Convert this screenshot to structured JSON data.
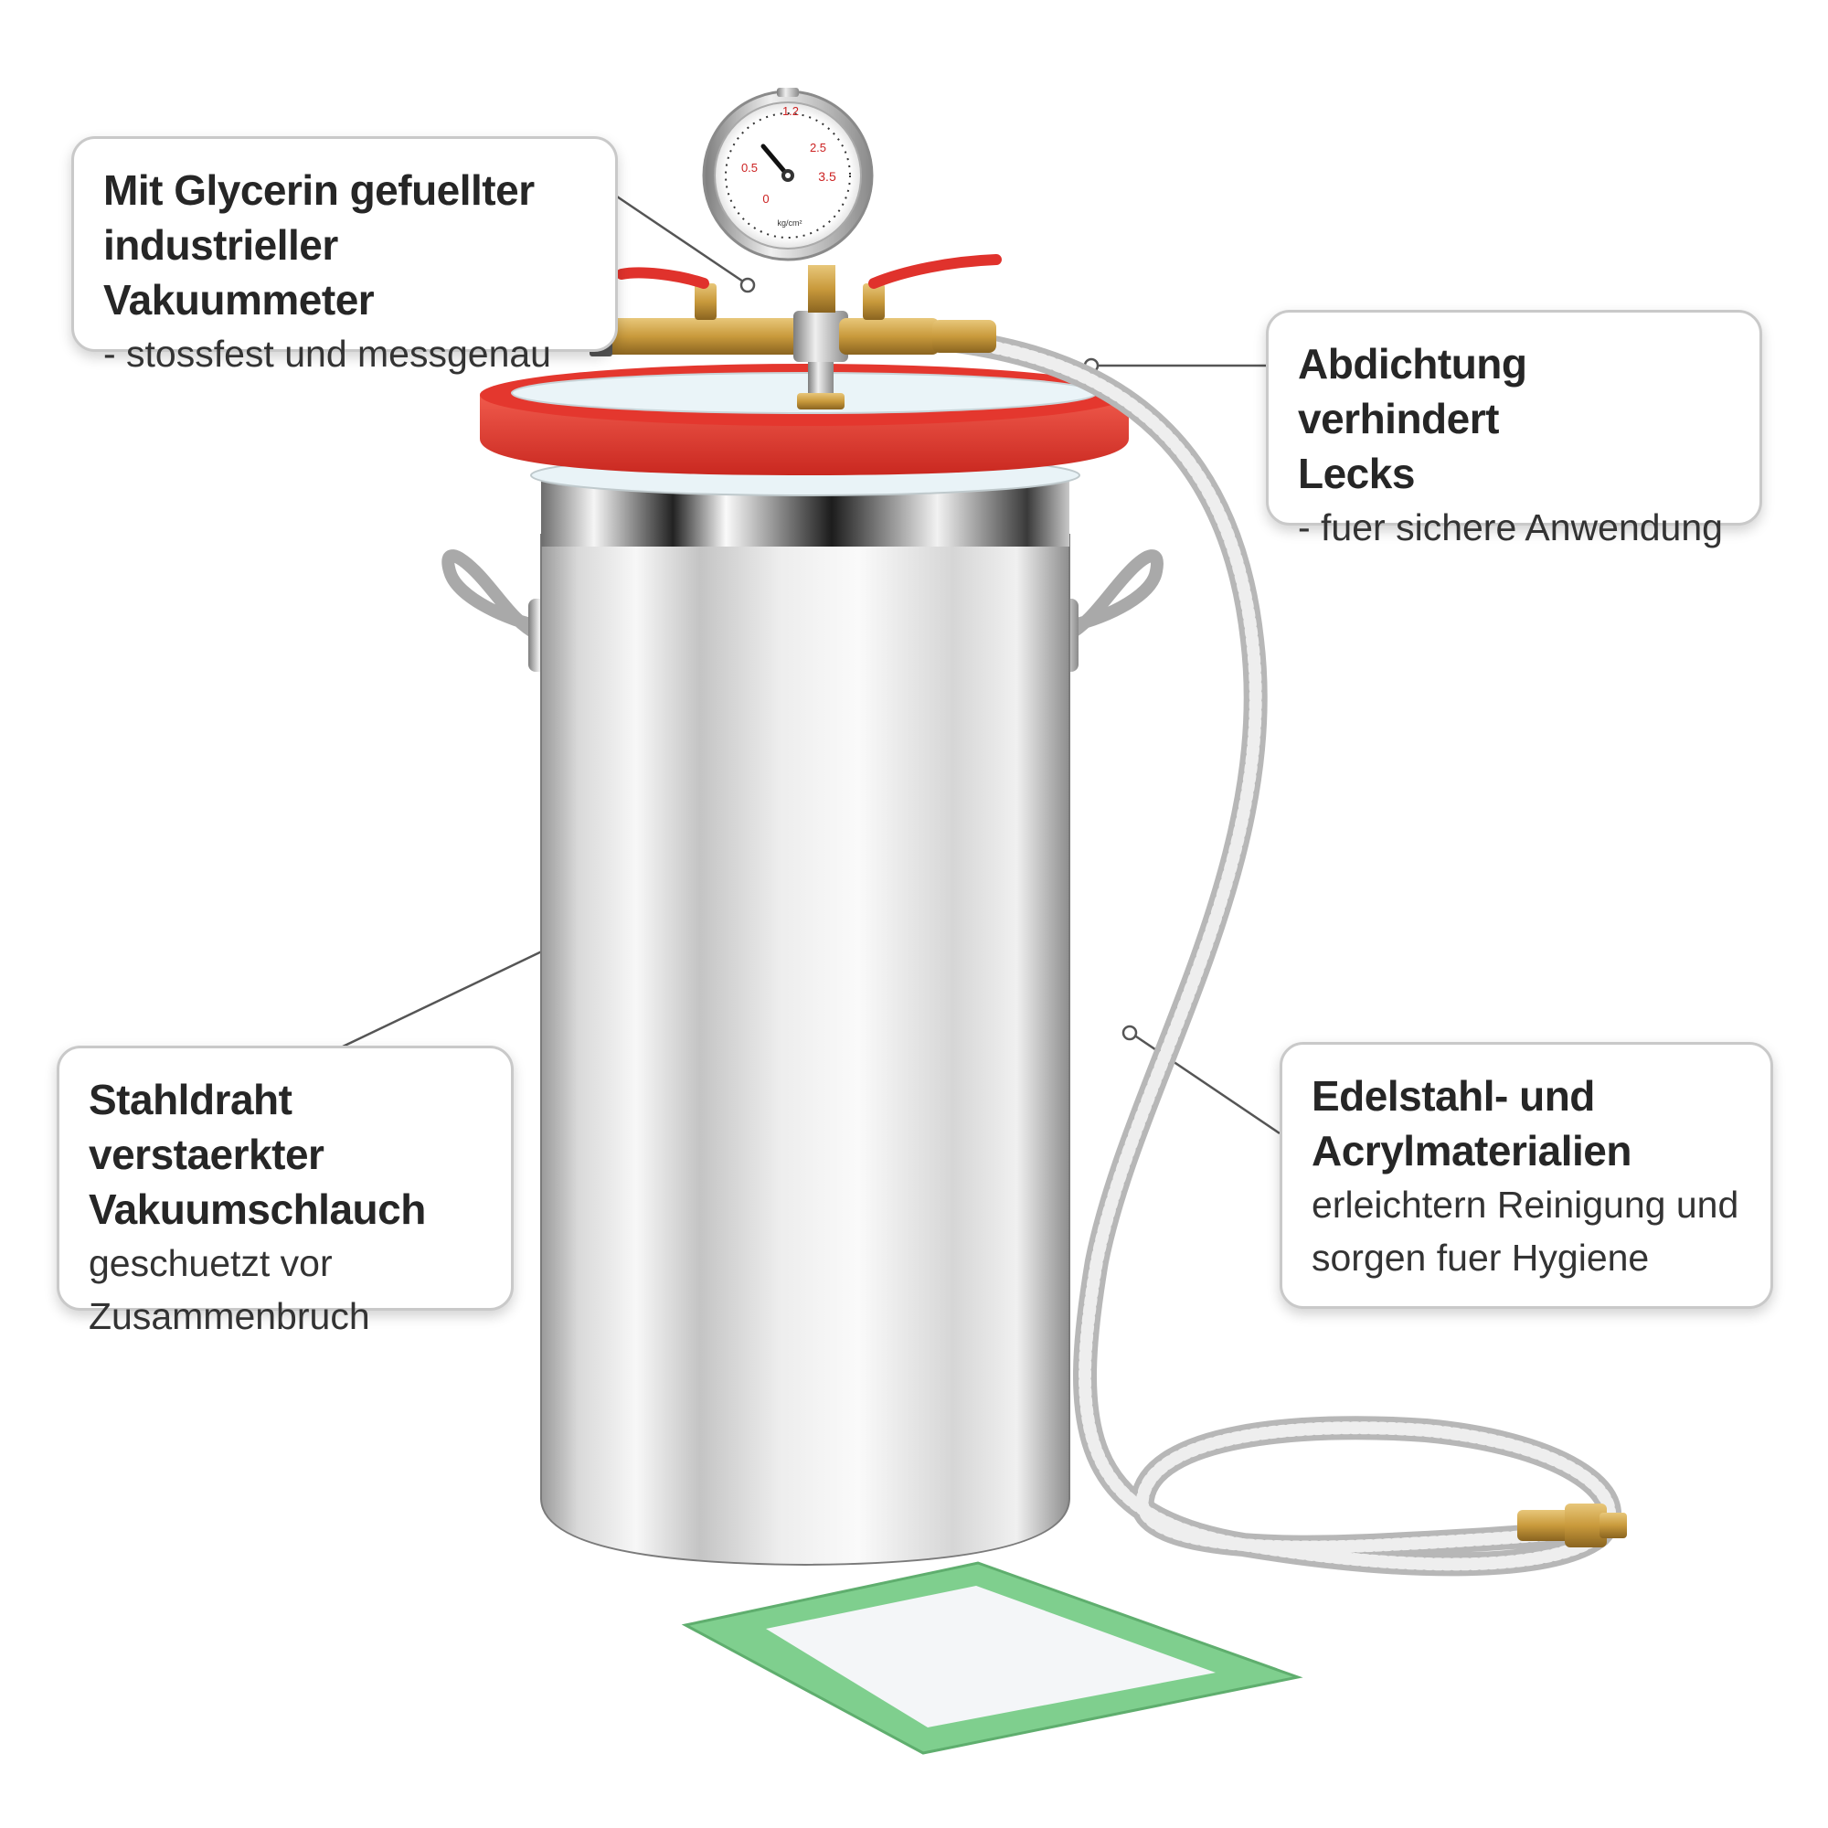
{
  "callouts": {
    "gauge": {
      "title_line1": "Mit Glycerin gefuellter",
      "title_line2": "industrieller Vakuummeter",
      "desc_line1": "- stossfest und messgenau"
    },
    "seal": {
      "title_line1": "Abdichtung verhindert",
      "title_line2": "Lecks",
      "desc_line1": "- fuer sichere Anwendung"
    },
    "hose": {
      "title_line1": "Stahldraht verstaerkter",
      "title_line2": "Vakuumschlauch",
      "desc_line1": "geschuetzt vor",
      "desc_line2": "Zusammenbruch"
    },
    "material": {
      "title_line1": "Edelstahl- und",
      "title_line2": "Acrylmaterialien",
      "desc_line1": "erleichtern Reinigung und",
      "desc_line2": "sorgen fuer Hygiene"
    }
  },
  "gauge_dial": {
    "tick_labels": [
      "0",
      "0.5",
      "1.2",
      "2.5",
      "3.5"
    ],
    "unit_label": "kg/cm²"
  },
  "colors": {
    "lid_red": "#e0322c",
    "steel_light": "#f2f2f2",
    "steel_dark": "#8e8e8e",
    "brass": "#c99a3c",
    "mat_green": "#7fcf8e",
    "callout_border": "#c9c9c9"
  }
}
